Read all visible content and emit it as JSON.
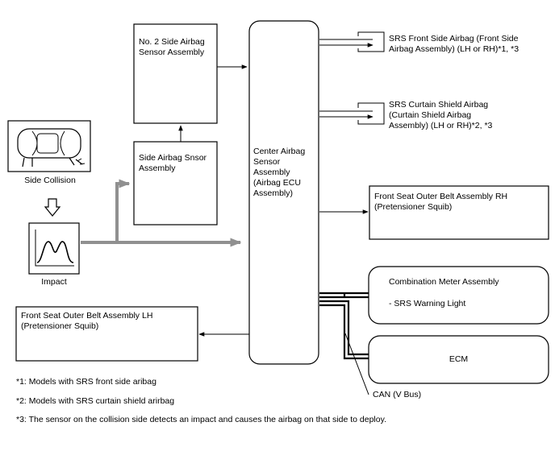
{
  "diagram": {
    "side_collision_label": "Side Collision",
    "impact_label": "Impact",
    "no2_sensor_label": "No. 2 Side Airbag\nSensor Assembly",
    "side_sensor_label": "Side Airbag Snsor\nAssembly",
    "center_sensor_label": "Center Airbag\nSensor\nAssembly\n(Airbag ECU\nAssembly)",
    "front_side_airbag_label": "SRS Front Side Airbag (Front Side\nAirbag Assembly) (LH or RH)*1, *3",
    "curtain_airbag_label": "SRS Curtain Shield Airbag\n(Curtain Shield Airbag\nAssembly) (LH or RH)*2, *3",
    "belt_rh_label": "Front Seat Outer Belt Assembly RH\n(Pretensioner Squib)",
    "belt_lh_label": "Front Seat Outer Belt Assembly LH\n(Pretensioner Squib)",
    "combination_meter_label": "Combination Meter Assembly",
    "srs_warning_label": "- SRS Warning Light",
    "ecm_label": "ECM",
    "can_label": "CAN (V Bus)"
  },
  "notes": [
    "*1: Models with SRS front side aribag",
    "*2: Models with SRS curtain shield arirbag",
    "*3: The sensor on the collision side detects an impact and causes the airbag on that side to deploy."
  ],
  "colors": {
    "line": "#000000",
    "impact_arrow": "#909090"
  }
}
